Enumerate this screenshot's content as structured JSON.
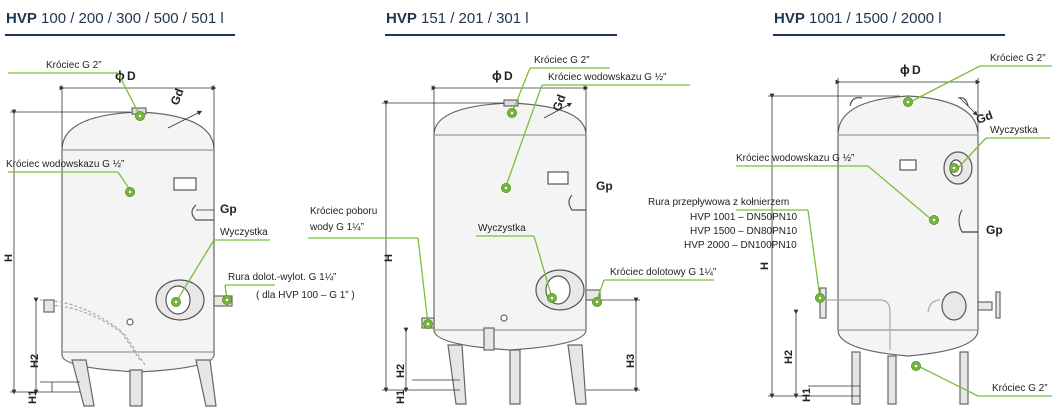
{
  "colors": {
    "header": "#1f3550",
    "leader": "#7bbf3a",
    "marker": "#7bbf3a",
    "tank_stroke": "#555555",
    "tank_fill": "#f4f4f4",
    "dimension": "#333333"
  },
  "panels": [
    {
      "title_bold": "HVP",
      "title_rest": " 100 / 200 / 300 / 500 / 501 l",
      "labels": {
        "krociec_g2": "Króciec  G 2”",
        "wodowskaz": "Króciec wodowskazu G ½”",
        "wyczystka": "Wyczystka",
        "rura_1": "Rura dolot.-wylot.  G 1¼”",
        "rura_2": "( dla HVP 100 – G 1” )"
      },
      "dims": {
        "d": "D",
        "gd": "Gd",
        "gp": "Gp",
        "h": "H",
        "h2": "H2",
        "h1": "H1"
      }
    },
    {
      "title_bold": "HVP",
      "title_rest": " 151 / 201 / 301 l",
      "labels": {
        "krociec_g2": "Króciec G 2”",
        "wodowskaz": "Króciec wodowskazu G ½”",
        "pobor_1": "Króciec poboru",
        "pobor_2": "wody G 1¼”",
        "wyczystka": "Wyczystka",
        "dolotowy": "Króciec dolotowy G 1¼”"
      },
      "dims": {
        "d": "D",
        "gd": "Gd",
        "gp": "Gp",
        "h": "H",
        "h2": "H2",
        "h1": "H1",
        "h3": "H3"
      }
    },
    {
      "title_bold": "HVP",
      "title_rest": " 1001 / 1500 / 2000 l",
      "labels": {
        "krociec_g2_top": "Króciec G 2”",
        "wyczystka": "Wyczystka",
        "wodowskaz": "Króciec wodowskazu G ½”",
        "rura_title": "Rura przepływowa z kołnierzem",
        "rura_1": "HVP 1001 – DN50PN10",
        "rura_2": "HVP 1500 – DN80PN10",
        "rura_3": "HVP 2000 – DN100PN10",
        "krociec_g2_bottom": "Króciec G 2”"
      },
      "dims": {
        "d": "D",
        "gd": "Gd",
        "gp": "Gp",
        "h": "H",
        "h2": "H2",
        "h1": "H1"
      }
    }
  ]
}
